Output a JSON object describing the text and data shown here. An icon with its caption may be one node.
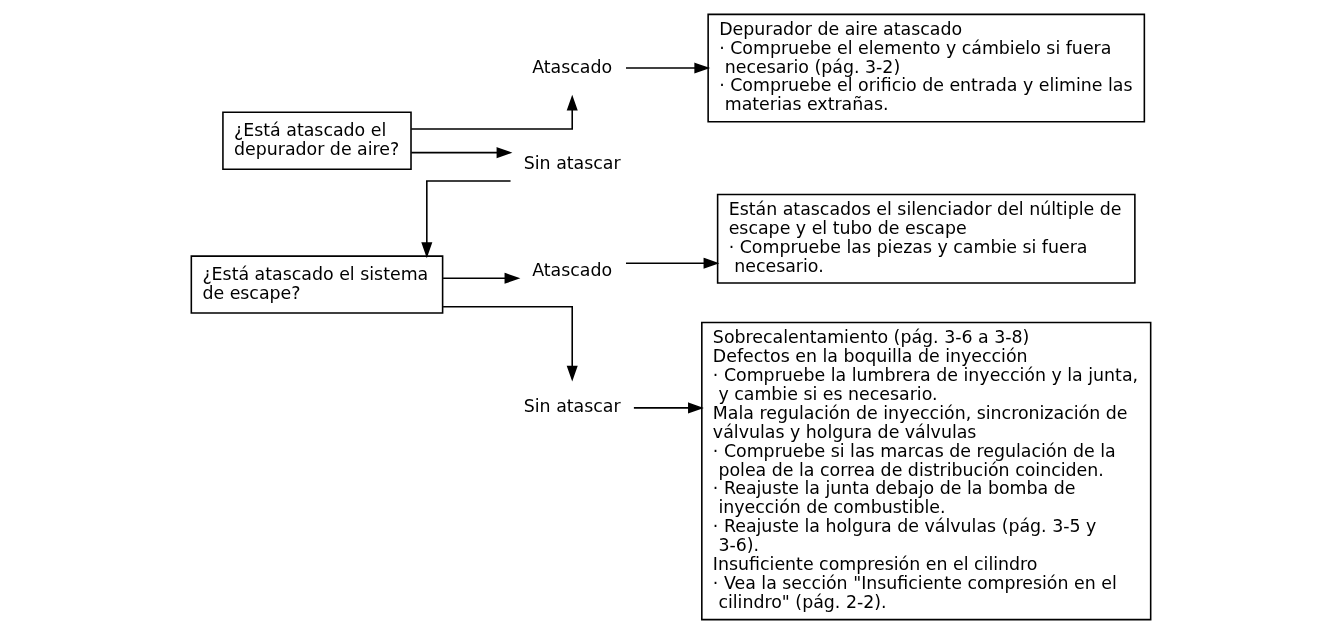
{
  "diagram": {
    "nodes": [
      {
        "text": [
          "¿Está atascado el depurador de aire?"
        ]
      },
      {
        "text": [
          "Atascado"
        ]
      },
      {
        "text": [
          "Sin atascar"
        ]
      },
      {
        "text": [
          "Depurador de aire atascado",
          "· Compruebe el elemento y cámbielo si fuera necesario (pág. 3-2)",
          "· Compruebe el orificio de entrada y elimine las materias extrañas."
        ]
      },
      {
        "text": [
          "¿Está atascado el sistema de escape?"
        ]
      },
      {
        "text": [
          "Atascado"
        ]
      },
      {
        "text": [
          "Sin atascar"
        ]
      },
      {
        "text": [
          "Están atascados el silenciador del núltiple de escape y el tubo de escape",
          "· Compruebe las piezas y cambie si fuera necesario."
        ]
      },
      {
        "text": [
          "Sobrecalentamiento (pág. 3-6 a 3-8)",
          "Defectos en la boquilla de inyección",
          "· Compruebe la lumbrera de inyección y la junta, y cambie si es necesario.",
          "Mala regulación de inyección, sincronización de válvulas y holgura de válvulas",
          "· Compruebe si las marcas de regulación de la polea de la correa de distribución coinciden.",
          "· Reajuste la junta debajo de la bomba de inyección de combustible.",
          "· Reajuste la holgura de válvulas (pág. 3-5 y 3-6).",
          "Insuficiente compresión en el cilindro",
          "· Vea la sección \"Insuficiente compresión en el cilindro\" (pág. 2-2)."
        ]
      }
    ],
    "edges": [
      {
        "from": 0,
        "to": 1,
        "arrow": "to"
      },
      {
        "from": 0,
        "to": 2,
        "arrow": "to"
      },
      {
        "from": 1,
        "to": 3,
        "arrow": "to"
      },
      {
        "from": 2,
        "to": 4,
        "arrow": "to"
      },
      {
        "from": 4,
        "to": 5,
        "arrow": "to"
      },
      {
        "from": 4,
        "to": 6,
        "arrow": "to"
      },
      {
        "from": 5,
        "to": 7,
        "arrow": "to"
      },
      {
        "from": 6,
        "to": 8,
        "arrow": "to"
      }
    ]
  }
}
